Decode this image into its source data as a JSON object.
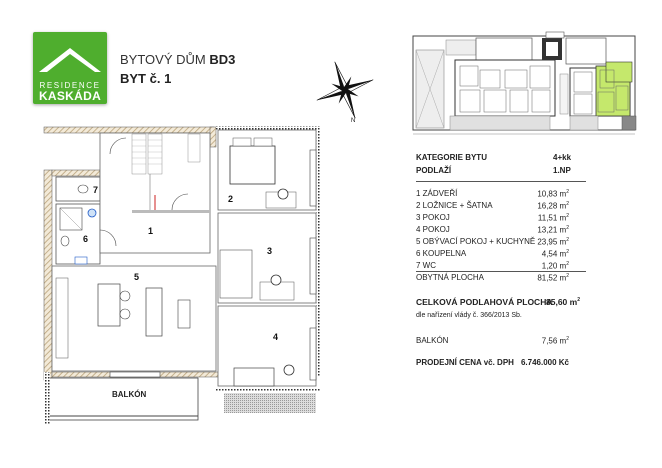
{
  "logo": {
    "line1": "RESIDENCE",
    "line2": "KASKÁDA",
    "color": "#4fae2e"
  },
  "header": {
    "building_prefix": "BYTOVÝ DŮM ",
    "building_code": "BD3",
    "unit": "BYT č. 1"
  },
  "compass": {
    "icon": "compass-rose-icon",
    "label_top": "",
    "label_bottom": "N"
  },
  "key_plan": {
    "highlight_color": "#c5e86c"
  },
  "specs": {
    "category_label": "KATEGORIE BYTU",
    "category_value": "4+kk",
    "floor_label": "PODLAŽÍ",
    "floor_value": "1.NP",
    "rooms": [
      {
        "label": "1 ZÁDVEŘÍ",
        "value": "10,83 m"
      },
      {
        "label": "2 LOŽNICE + ŠATNA",
        "value": "16,28 m"
      },
      {
        "label": "3 POKOJ",
        "value": "11,51 m"
      },
      {
        "label": "4 POKOJ",
        "value": "13,21 m"
      },
      {
        "label": "5 OBÝVACÍ POKOJ + KUCHYNĚ",
        "value": "23,95 m"
      },
      {
        "label": "6 KOUPELNA",
        "value": "4,54 m"
      },
      {
        "label": "7 WC",
        "value": "1,20 m"
      }
    ],
    "living_area_label": "OBYTNÁ PLOCHA",
    "living_area_value": "81,52 m",
    "total_area_label": "CELKOVÁ PODLAHOVÁ PLOCHA",
    "total_area_value": "85,60 m",
    "regulation_note": "dle nařízení vlády č. 366/2013 Sb.",
    "balcony_label": "BALKÓN",
    "balcony_value": "7,56 m",
    "price_label": "PRODEJNÍ CENA vč. DPH",
    "price_value": "6.746.000 Kč",
    "unit_sup": "2"
  },
  "floor_plan": {
    "room_numbers": [
      "1",
      "2",
      "3",
      "4",
      "5",
      "6",
      "7"
    ],
    "balcony_label": "BALKÓN"
  }
}
